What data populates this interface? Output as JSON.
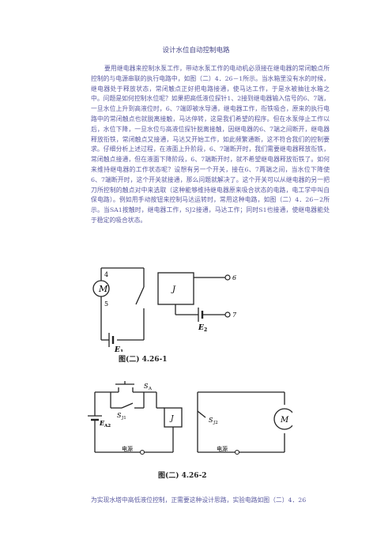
{
  "document": {
    "title": "设计水位自动控制电路",
    "paragraph": "要用继电器来控制水泵工作，带动水泵工作的电动机必须接在继电器的常闭触点所控制的与电源串联的执行电路中，如图（二）4．26－1所示。当水箱里没有水的时候，继电器处于释放状态，常闭触点正好把电路接通，使马达工作，于是水被抽往水箱之中。问题是如何控制水位呢？如果把高低液位探针1、2接到继电器输入信号的6、7端，一旦水位上升到高液位时，6、7端即被水导通，继电器工作，衔铁吸合，原来的执行电路中的常闭触点也就脱离接触，马达停转，这是我们希望的程序。但在水泵停止工作以后，水位下降，一旦水位与高液位探针脱离接触，因继电器的6、7端之间断开，继电器释放衔铁，常闭触点又接通，马达又开始工作，如此频繁通断，这不符合我们的控制要求。仔细分析上述过程，在液面上升阶段，6、7端断开时，我们需要继电器释放衔铁，常闭触点接通，但在液面下降阶段，6、7端断开时，就不希望继电器释放衔铁了。如何来维持继电器的工作状态呢？设想有另一个开关，接在6、7两端之间，当水位下降使6、7端断开时，这个开关就接通，那么问题就解决了。这个开关可以从继电器的另一把刀所控制的触点对中来选取（这种能够维持继电器原来吸合状态的电路，电工学中叫自保电路）。例如用手动按钮来控制马达运转时，常用这种电路，如图（二）4．26－2所示。当SA1按触时，继电器工作，SJ2接通，马达工作；同时S1也接通，使继电器能处于稳定的吸合状态。",
    "footer": "为实现水塔中高低液位控制，正需要这种设计思路，实验电路如图（二）4．26"
  },
  "figure1": {
    "label_4": "4",
    "label_5": "5",
    "label_6": "6",
    "label_7": "7",
    "motor": "M",
    "relay": "J",
    "battery1": "E",
    "battery1_sub": "1",
    "battery2": "E",
    "battery2_sub": "2",
    "caption": "图(二)  4.26-1"
  },
  "figure2": {
    "sa": "S",
    "sa_sub": "A",
    "sj1": "S",
    "sj1_sub": "J1",
    "ea2": "E",
    "ea2_sub": "A2",
    "relay": "J",
    "sj2": "S",
    "sj2_sub": "J2",
    "motor": "M",
    "power_left": "电源",
    "power_right": "电源",
    "caption": "图(二)  4.26-2"
  },
  "colors": {
    "body_text": "#5a5aa0",
    "line": "#222222"
  }
}
